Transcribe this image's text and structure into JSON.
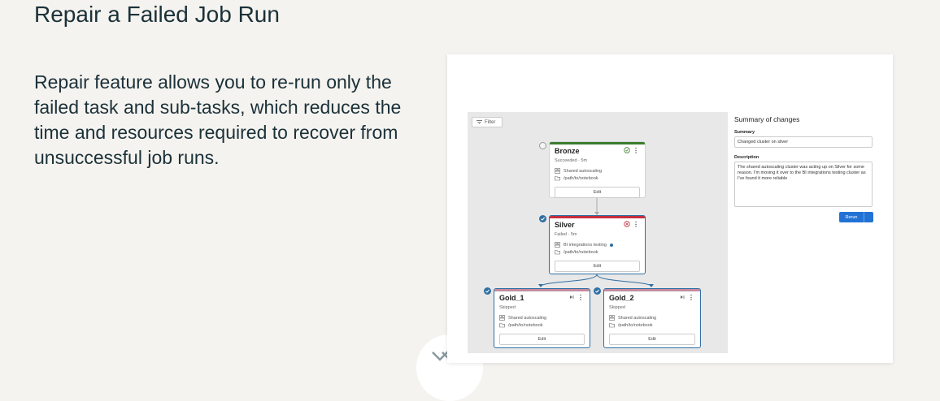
{
  "slide": {
    "title": "Repair a Failed Job Run",
    "body": "Repair feature allows you to re-run only the failed task and sub-tasks, which reduces the time and resources required to recover from unsuccessful job runs."
  },
  "canvas": {
    "filter_label": "Filter"
  },
  "tasks": {
    "bronze": {
      "name": "Bronze",
      "status": "Succeeded · 5m",
      "cluster": "Shared autoscaling",
      "path": "/path/to/notebook",
      "edit": "Edit",
      "selected": false
    },
    "silver": {
      "name": "Silver",
      "status": "Failed · 5m",
      "cluster": "BI integrations testing",
      "path": "/path/to/notebook",
      "edit": "Edit",
      "selected": true
    },
    "gold1": {
      "name": "Gold_1",
      "status": "Skipped",
      "cluster": "Shared autoscaling",
      "path": "/path/to/notebook",
      "edit": "Edit",
      "selected": true
    },
    "gold2": {
      "name": "Gold_2",
      "status": "Skipped",
      "cluster": "Shared autoscaling",
      "path": "/path/to/notebook",
      "edit": "Edit",
      "selected": true
    }
  },
  "summary": {
    "heading": "Summary of changes",
    "summary_label": "Summary",
    "summary_value": "Changed cluster on silver",
    "description_label": "Description",
    "description_value": "The shared autoscaling cluster was acting up on Silver for some reason. I'm moving it over to the BI integrations testing cluster as I've found it more reliable",
    "rerun_label": "Rerun"
  },
  "colors": {
    "accent": "#2272d6",
    "success": "#3a7d2c",
    "failed": "#c62d3c",
    "selected_border": "#2f6fa3",
    "title_text": "#1b3139"
  },
  "icons": [
    "filter-icon",
    "check-circle-icon",
    "error-icon",
    "kebab-icon",
    "cluster-icon",
    "folder-icon",
    "skip-icon",
    "checkbox-icon",
    "double-check-icon"
  ]
}
